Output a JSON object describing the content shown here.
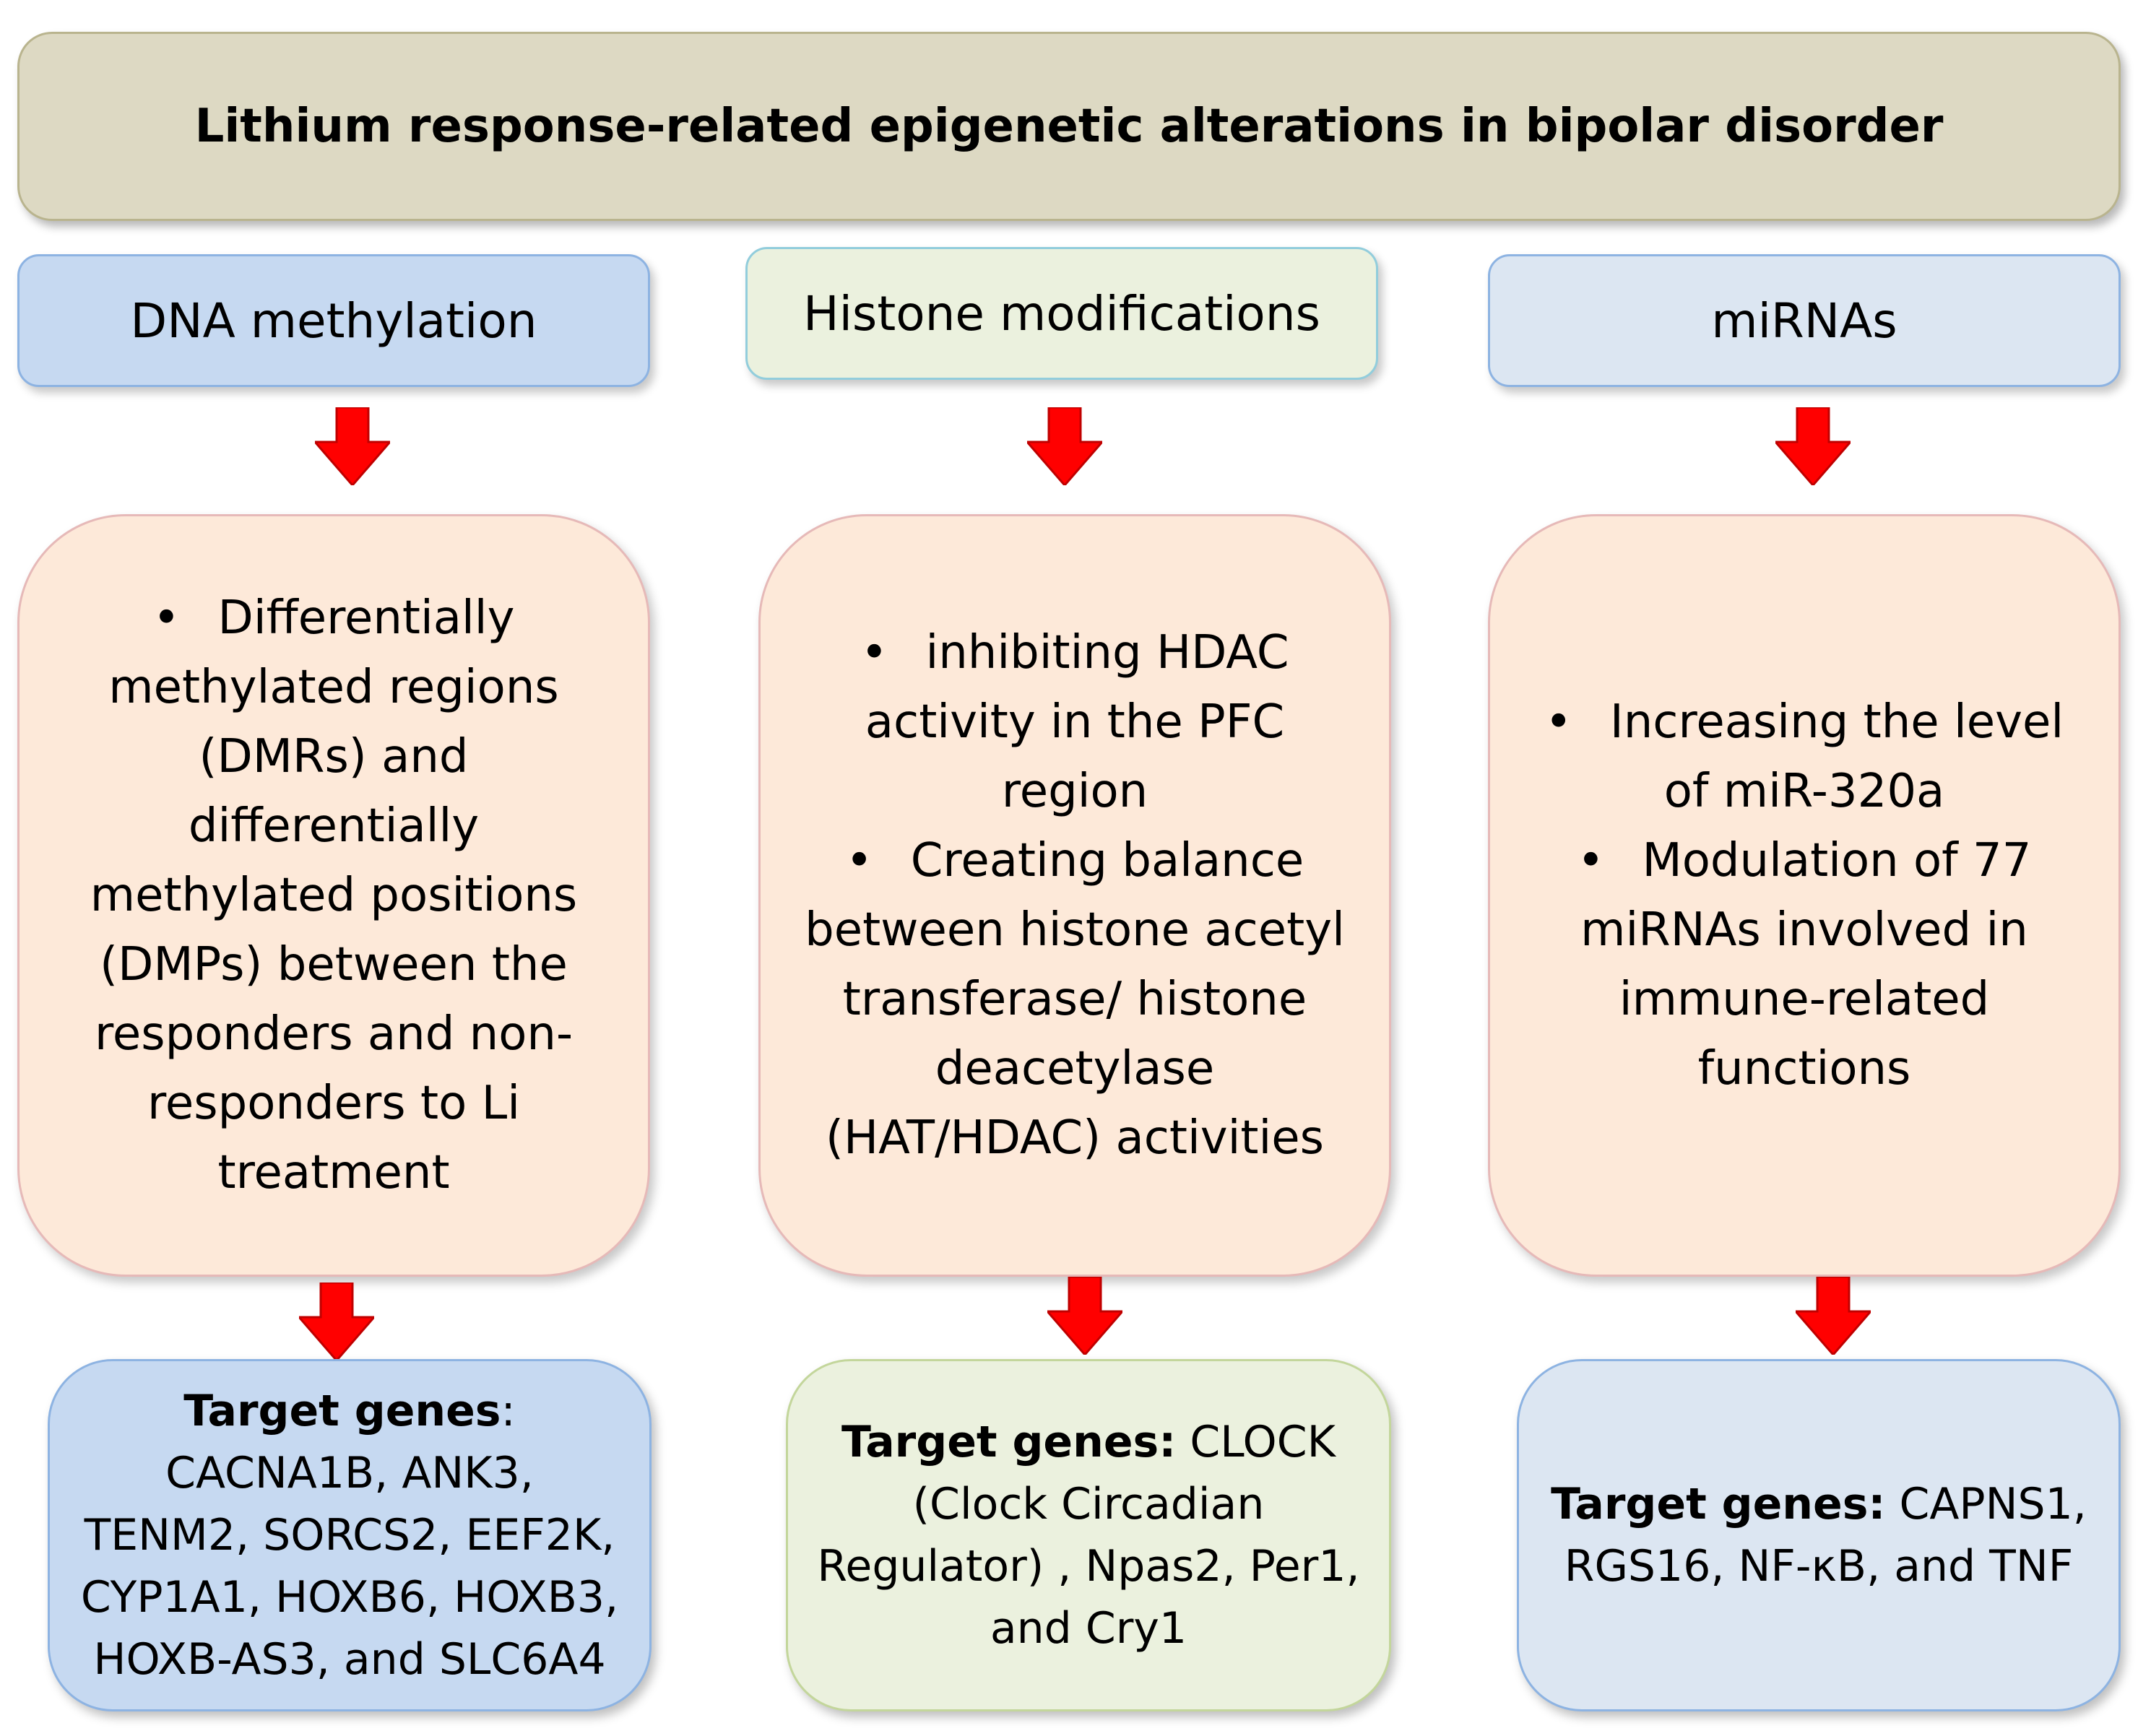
{
  "title": "Lithium response-related epigenetic alterations in bipolar disorder",
  "columns": [
    {
      "category": "DNA methylation",
      "bullets": [
        "Differentially methylated regions (DMRs)  and differentially methylated positions (DMPs) between the responders and non-responders to Li treatment"
      ],
      "target_label": "Target genes",
      "target_text": ": CACNA1B, ANK3, TENM2, SORCS2, EEF2K, CYP1A1, HOXB6, HOXB3, HOXB-AS3, and SLC6A4"
    },
    {
      "category": "Histone modifications",
      "bullets": [
        "inhibiting  HDAC activity in the PFC region",
        "Creating balance between histone acetyl transferase/ histone deacetylase (HAT/HDAC) activities"
      ],
      "target_label": "Target genes:",
      "target_text": " CLOCK (Clock Circadian Regulator) , Npas2, Per1, and Cry1"
    },
    {
      "category": "miRNAs",
      "bullets": [
        "Increasing the level of miR-320a",
        "Modulation of  77 miRNAs involved in immune-related functions"
      ],
      "target_label": "Target genes:",
      "target_text": " CAPNS1, RGS16, NF-κB, and TNF"
    }
  ],
  "bullet_symbol": "•",
  "colors": {
    "title_bg": "#ddd9c3",
    "dna_bg": "#c6d9f1",
    "histone_bg": "#ebf1de",
    "mirna_bg": "#dce6f2",
    "mechanism_bg": "#fde9d9",
    "arrow": "#ff0000"
  }
}
